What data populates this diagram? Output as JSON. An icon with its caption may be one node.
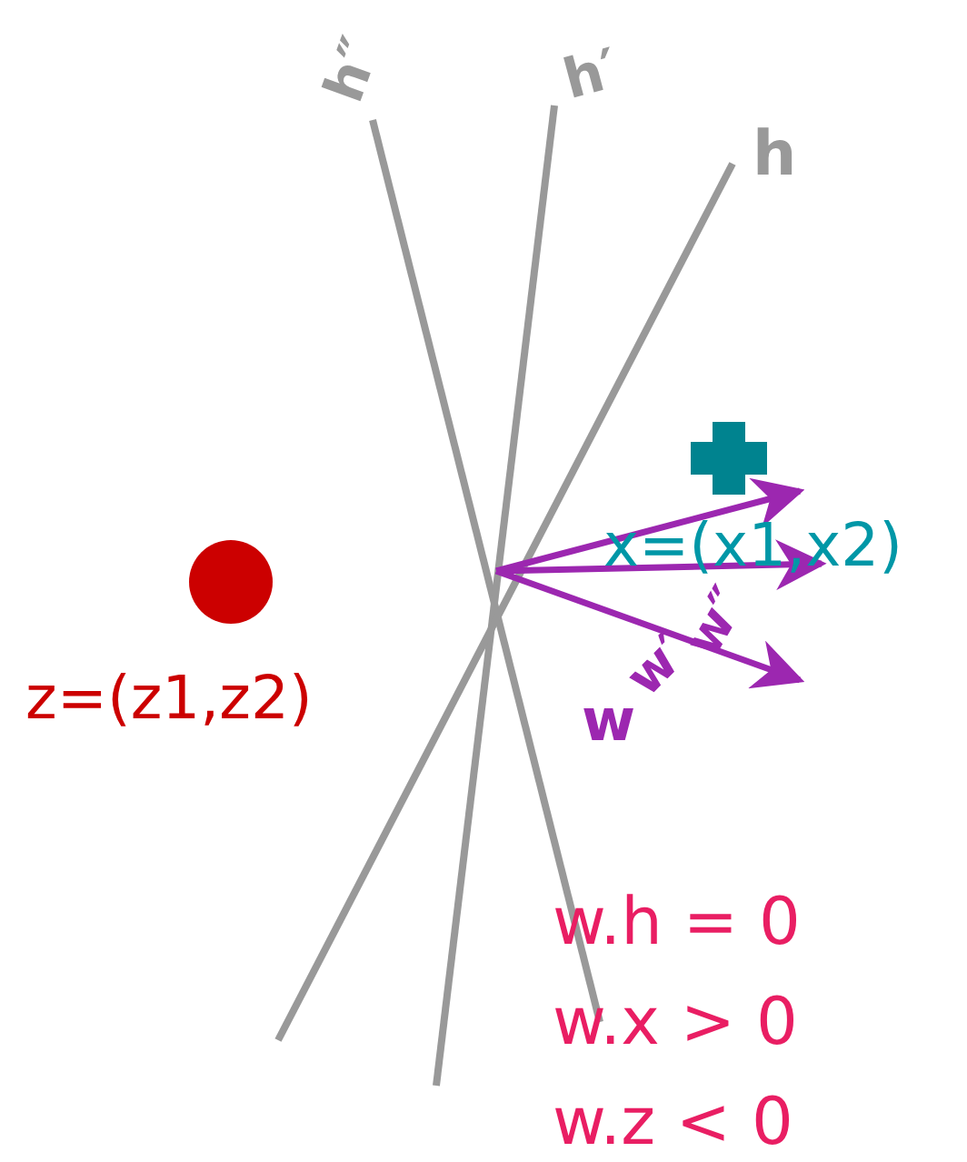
{
  "diagram": {
    "labels": [
      "h″",
      "h′",
      "h",
      "x=(x1,x2)",
      "z=(z1,z2)",
      "w″",
      "w′",
      "w",
      "w.h = 0",
      "w.x > 0",
      "w.z < 0"
    ]
  }
}
